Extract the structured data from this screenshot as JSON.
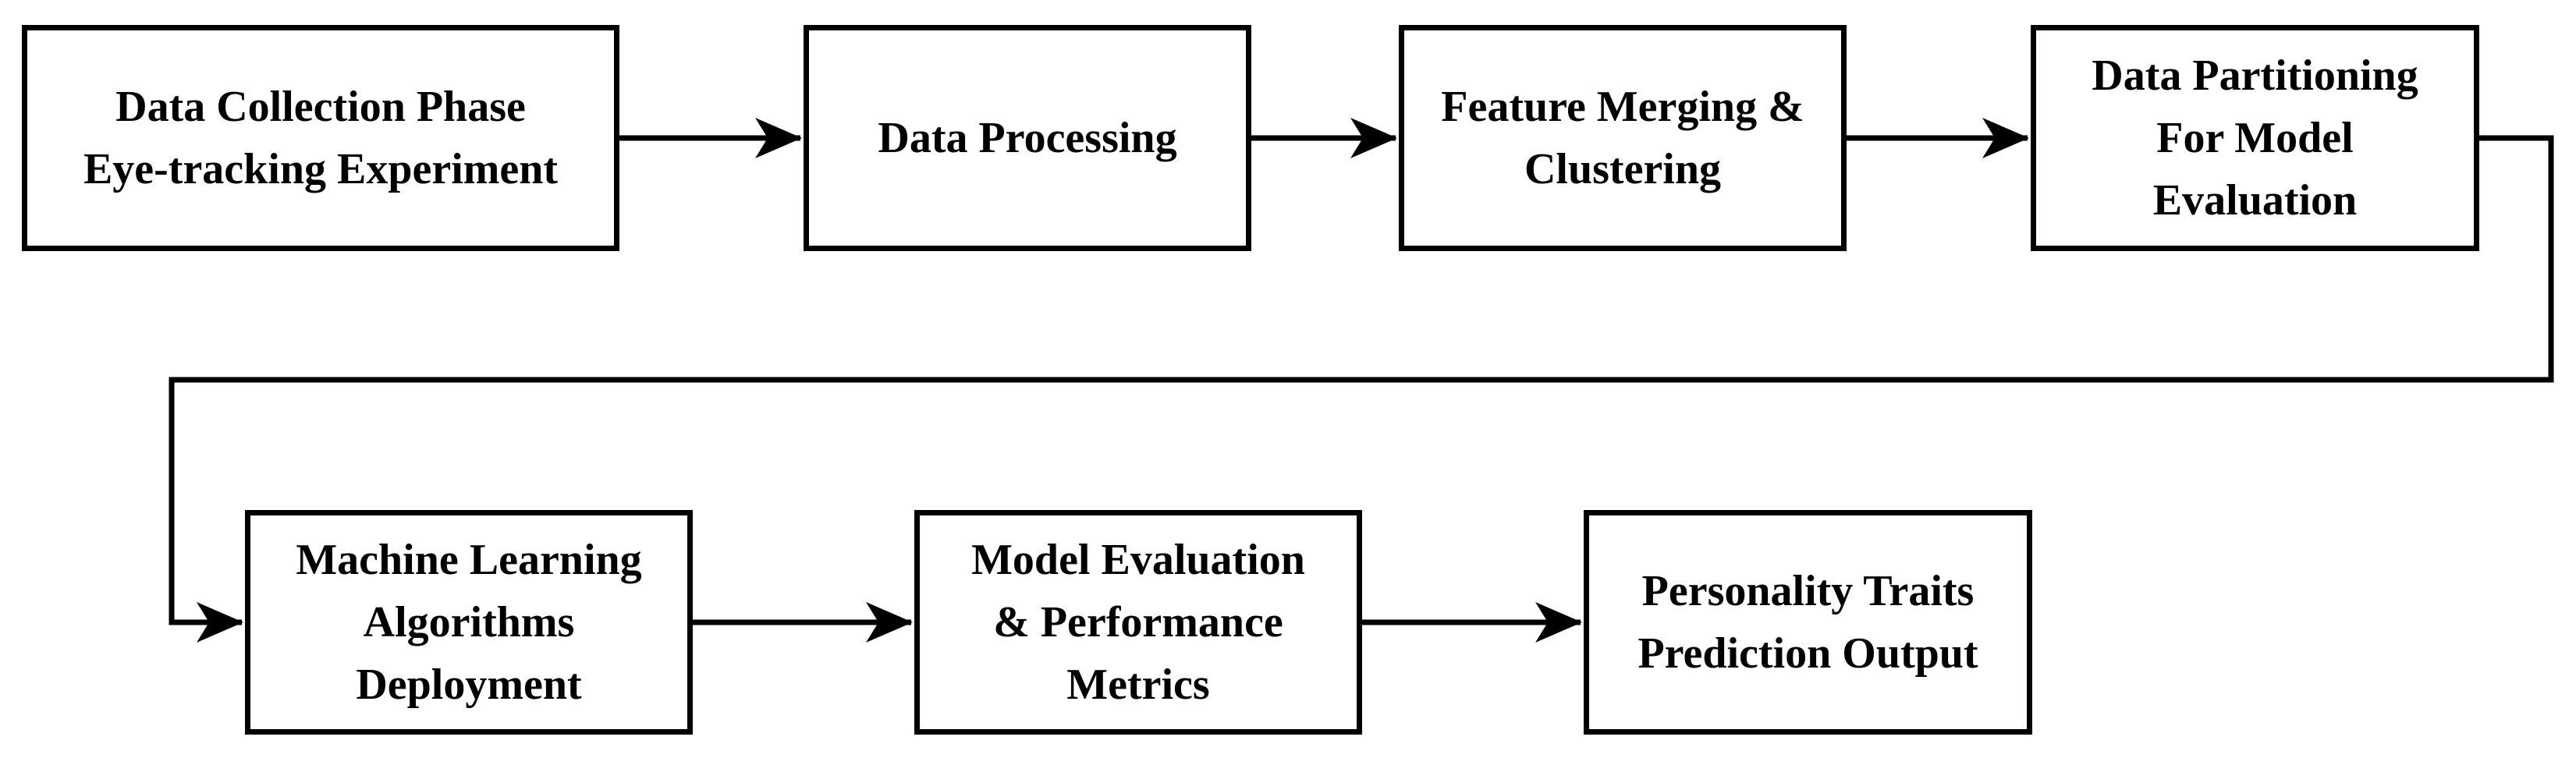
{
  "diagram": {
    "nodes": [
      {
        "id": "data-collection",
        "label": "Data Collection Phase\nEye-tracking Experiment"
      },
      {
        "id": "data-processing",
        "label": "Data Processing"
      },
      {
        "id": "feature-merging",
        "label": "Feature Merging &\nClustering"
      },
      {
        "id": "data-partitioning",
        "label": "Data Partitioning\nFor Model\nEvaluation"
      },
      {
        "id": "ml-deployment",
        "label": "Machine Learning\nAlgorithms\nDeployment"
      },
      {
        "id": "model-evaluation",
        "label": "Model Evaluation\n& Performance\nMetrics"
      },
      {
        "id": "prediction-output",
        "label": "Personality Traits\nPrediction Output"
      }
    ],
    "edges": [
      {
        "from": "data-collection",
        "to": "data-processing"
      },
      {
        "from": "data-processing",
        "to": "feature-merging"
      },
      {
        "from": "feature-merging",
        "to": "data-partitioning"
      },
      {
        "from": "data-partitioning",
        "to": "ml-deployment"
      },
      {
        "from": "ml-deployment",
        "to": "model-evaluation"
      },
      {
        "from": "model-evaluation",
        "to": "prediction-output"
      }
    ]
  }
}
